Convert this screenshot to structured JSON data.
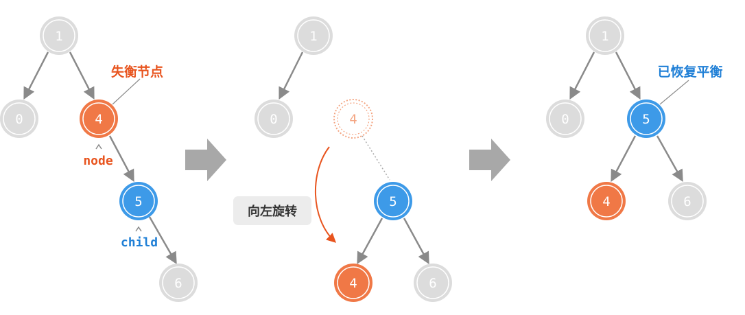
{
  "colors": {
    "grey_fill": "#dcdcdc",
    "grey_ring": "#ffffff",
    "orange": "#f07846",
    "orange_label": "#e8541e",
    "blue": "#3d9ae8",
    "blue_label": "#1f7fd6",
    "edge": "#8a8a8a",
    "arrow_block": "#a8a8a8",
    "caption_bg": "#ececec"
  },
  "panel1": {
    "nodes": [
      "1",
      "0",
      "4",
      "5",
      "6"
    ],
    "label_unbalanced": "失衡节点",
    "label_node": "node",
    "label_child": "child"
  },
  "panel2": {
    "nodes": [
      "1",
      "0",
      "4",
      "5",
      "4",
      "6"
    ],
    "caption": "向左旋转"
  },
  "panel3": {
    "nodes": [
      "1",
      "0",
      "5",
      "4",
      "6"
    ],
    "label_balanced": "已恢复平衡"
  }
}
